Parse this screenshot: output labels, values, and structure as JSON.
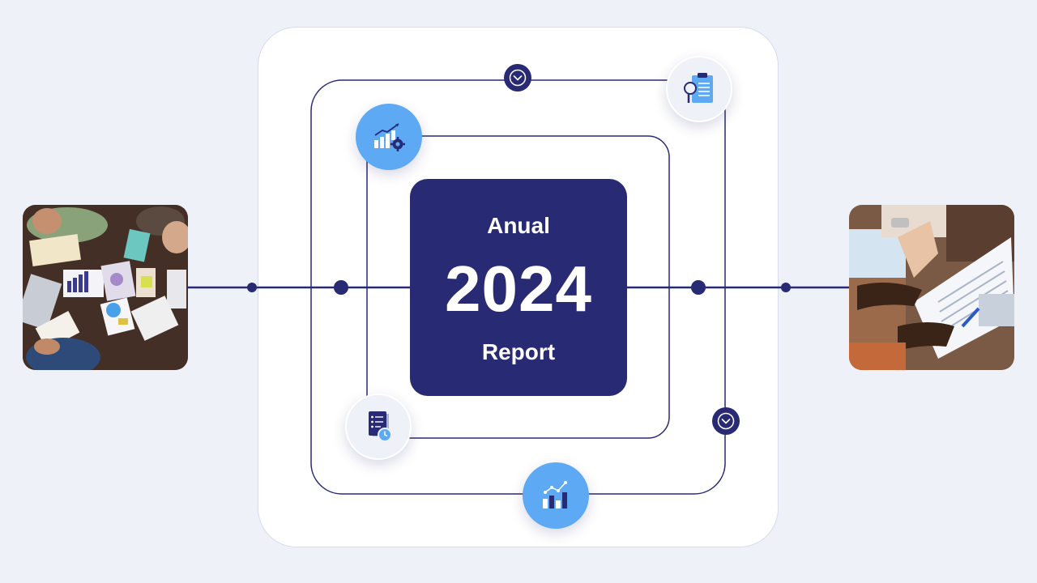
{
  "report": {
    "line1": "Anual",
    "year": "2024",
    "line2": "Report"
  },
  "colors": {
    "navy": "#282a74",
    "accent_blue": "#5da9f3",
    "background": "#eef1f8",
    "panel": "#ffffff"
  },
  "icons": [
    "growth-settings-icon",
    "clipboard-search-icon",
    "document-clock-icon",
    "bar-line-chart-icon",
    "chevron-down-icon"
  ],
  "photos": [
    "team-meeting-overhead-photo",
    "document-review-photo"
  ]
}
